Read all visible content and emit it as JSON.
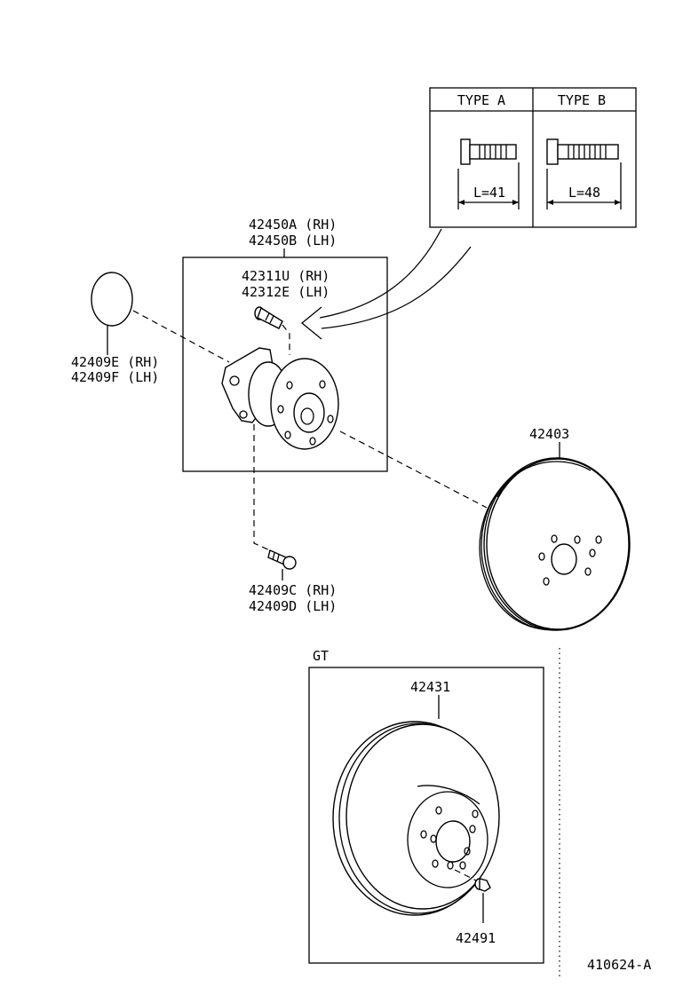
{
  "inset": {
    "type_a": {
      "header": "TYPE A",
      "length": "L=41"
    },
    "type_b": {
      "header": "TYPE B",
      "length": "L=48"
    }
  },
  "parts": {
    "hub_assembly": {
      "rh": "42450A (RH)",
      "lh": "42450B (LH)"
    },
    "hub_bolt": {
      "rh": "42311U (RH)",
      "lh": "42312E (LH)"
    },
    "hub_cap": {
      "rh": "42409E (RH)",
      "lh": "42409F (LH)"
    },
    "mounting_bolt": {
      "rh": "42409C (RH)",
      "lh": "42409D (LH)"
    },
    "brake_drum": "42403",
    "disc_rotor": "42431",
    "screw": "42491"
  },
  "gt_group": {
    "label": "GT"
  },
  "footer": {
    "diagram_code": "410624-A"
  }
}
